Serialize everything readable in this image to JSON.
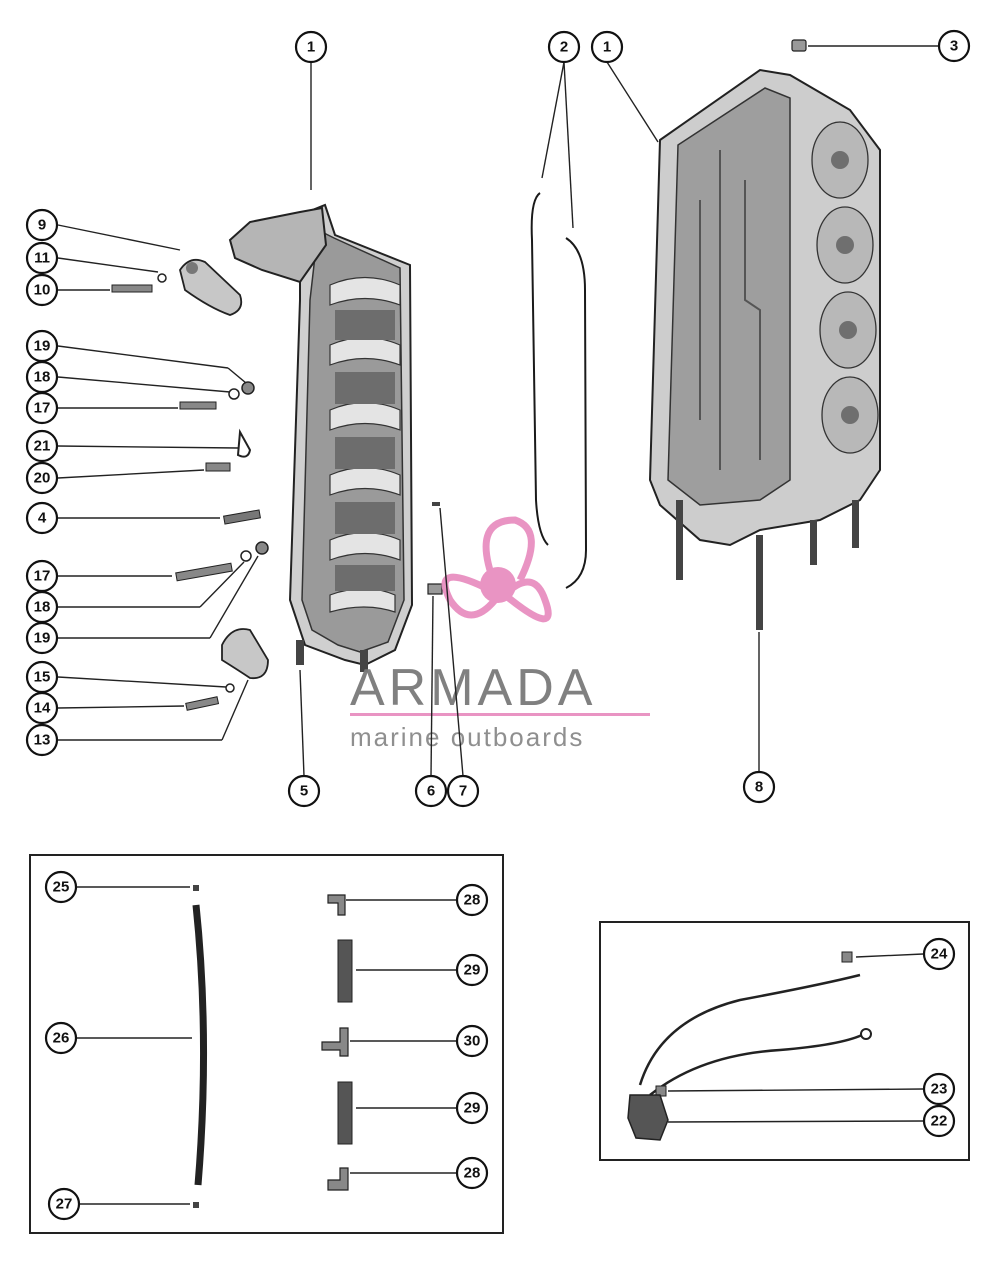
{
  "callouts": [
    {
      "n": "1"
    },
    {
      "n": "2"
    },
    {
      "n": "1"
    },
    {
      "n": "3"
    },
    {
      "n": "9"
    },
    {
      "n": "11"
    },
    {
      "n": "10"
    },
    {
      "n": "19"
    },
    {
      "n": "18"
    },
    {
      "n": "17"
    },
    {
      "n": "21"
    },
    {
      "n": "20"
    },
    {
      "n": "4"
    },
    {
      "n": "17"
    },
    {
      "n": "18"
    },
    {
      "n": "19"
    },
    {
      "n": "15"
    },
    {
      "n": "14"
    },
    {
      "n": "13"
    },
    {
      "n": "5"
    },
    {
      "n": "6"
    },
    {
      "n": "7"
    },
    {
      "n": "8"
    },
    {
      "n": "25"
    },
    {
      "n": "26"
    },
    {
      "n": "27"
    },
    {
      "n": "28"
    },
    {
      "n": "29"
    },
    {
      "n": "30"
    },
    {
      "n": "29"
    },
    {
      "n": "28"
    },
    {
      "n": "24"
    },
    {
      "n": "23"
    },
    {
      "n": "22"
    }
  ],
  "watermark": {
    "brand": "ARMADA",
    "tagline": "marine outboards",
    "accent_color": "#e88fc0",
    "text_color": "#7a7a7a"
  }
}
